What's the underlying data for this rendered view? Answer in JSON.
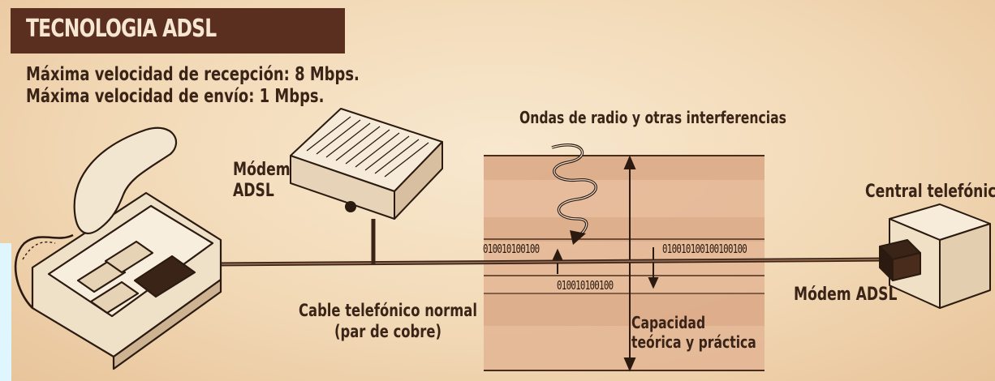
{
  "title": "TECNOLOGIA ADSL",
  "specs": {
    "download": "Máxima velocidad de recepción: 8 Mbps.",
    "upload": "Máxima velocidad de envío: 1 Mbps."
  },
  "labels": {
    "modem_left_line1": "Módem",
    "modem_left_line2": "ADSL",
    "interference": "Ondas de radio y otras interferencias",
    "exchange": "Central telefónica",
    "modem_right": "Módem ADSL",
    "cable_line1": "Cable telefónico normal",
    "cable_line2": "(par de cobre)",
    "capacity_line1": "Capacidad",
    "capacity_line2": "teórica y práctica"
  },
  "bit_streams": {
    "left": "010010100100",
    "right": "010010100100100100",
    "middle": "010010100100"
  },
  "credit": "",
  "colors": {
    "title_bg": "#5b2f1f",
    "title_text": "#f6e6d2",
    "ink": "#3a2418",
    "channel_fill": "#e3b594",
    "paper": "#f2d9b6"
  }
}
